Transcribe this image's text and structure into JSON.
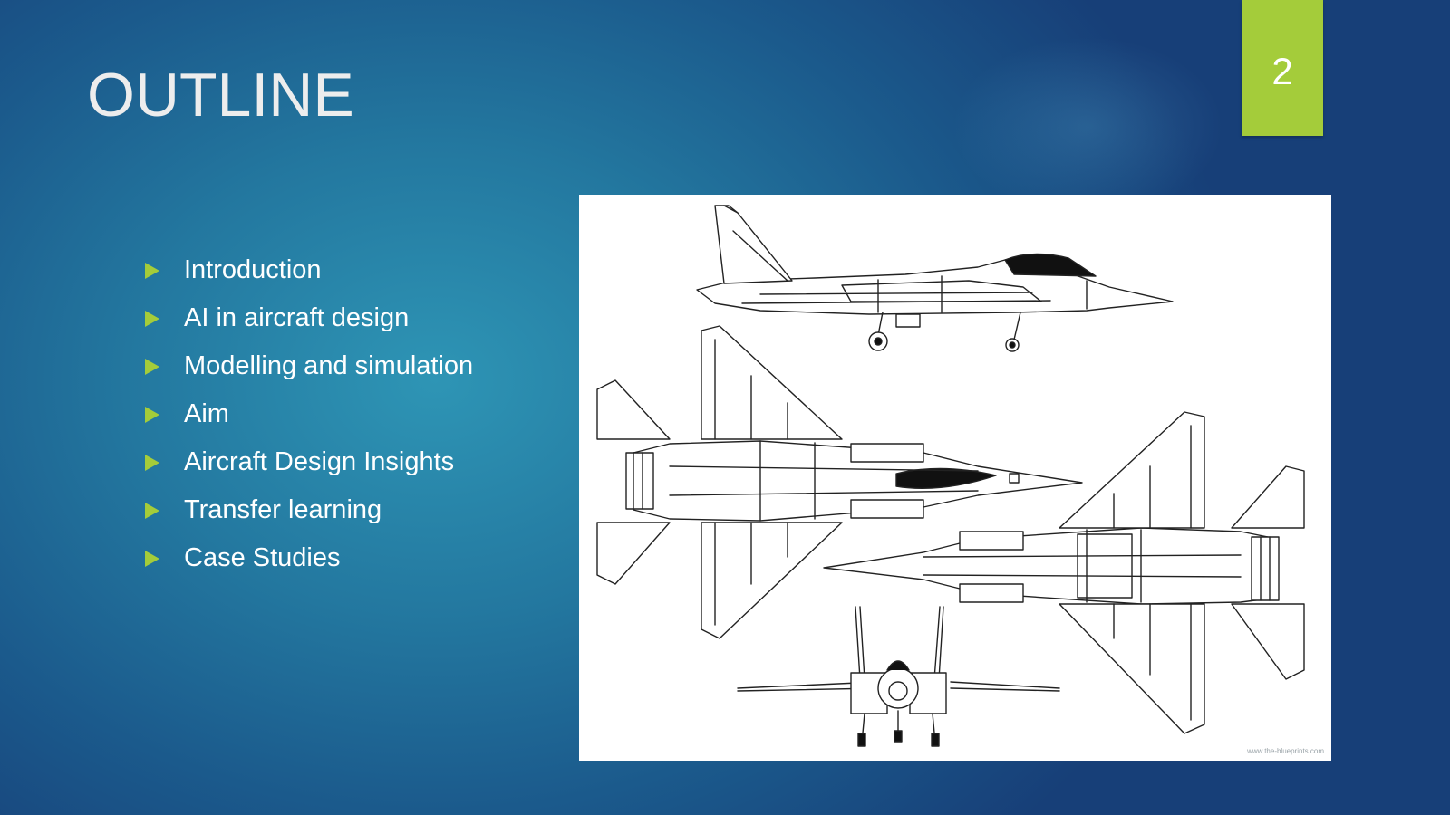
{
  "slide": {
    "title": "OUTLINE",
    "page_number": "2",
    "accent_color": "#a4cc3a",
    "bullets": [
      "Introduction",
      "AI in aircraft design",
      "Modelling and simulation",
      "Aim",
      "Aircraft Design Insights",
      "Transfer learning",
      "Case Studies"
    ],
    "figure": {
      "icon": "fighter-jet-blueprint",
      "watermark": "www.the-blueprints.com"
    }
  }
}
